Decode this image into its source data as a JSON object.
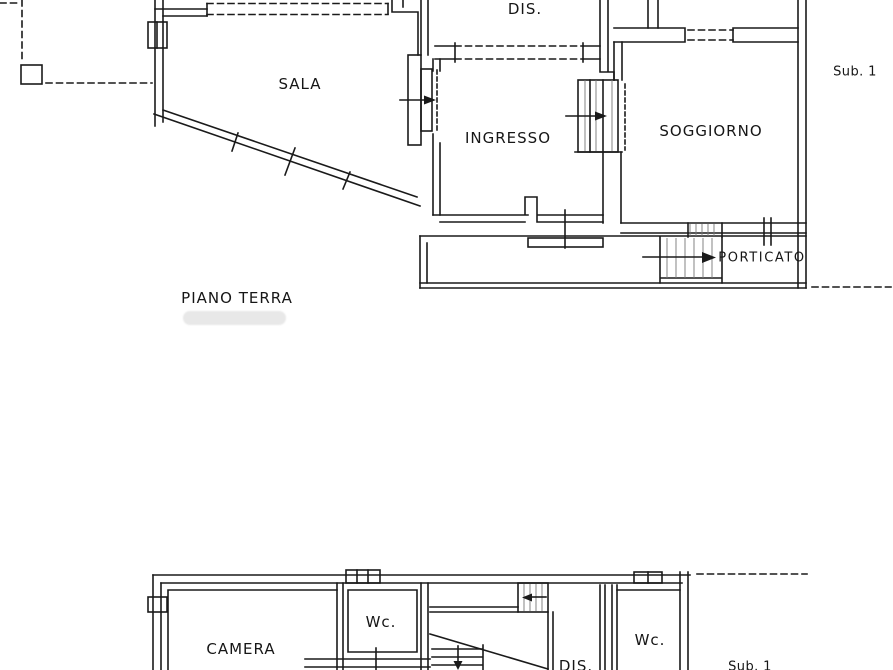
{
  "ground_floor": {
    "floor_label": "PIANO TERRA",
    "sub_label": "Sub. 1",
    "rooms": {
      "sala": "SALA",
      "dis": "DIS.",
      "ingresso": "INGRESSO",
      "soggiorno": "SOGGIORNO",
      "porticato": "PORTICATO"
    }
  },
  "first_floor": {
    "sub_label": "Sub. 1",
    "rooms": {
      "camera": "CAMERA",
      "wc_1": "Wc.",
      "dis": "DIS.",
      "wc_2": "Wc."
    }
  },
  "colors": {
    "line": "#1a1a1a",
    "hatch": "#777777",
    "background": "#ffffff",
    "highlight_pill": "#e8e8e8"
  }
}
